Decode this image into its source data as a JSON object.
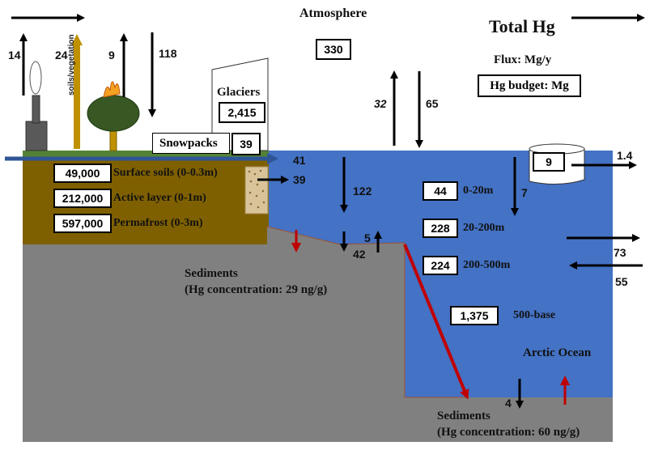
{
  "labels": {
    "atmosphere": "Atmosphere",
    "total_hg": "Total Hg",
    "flux_unit": "Flux: Mg/y",
    "budget_unit": "Hg budget: Mg",
    "glaciers": "Glaciers",
    "snowpacks": "Snowpacks",
    "soils_vegetation": "soils/vegetation",
    "surface_soils": "Surface soils (0-0.3m)",
    "active_layer": "Active layer (0-1m)",
    "permafrost": "Permafrost (0-3m)",
    "sediments_land": "Sediments",
    "sediments_land_conc": "(Hg concentration: 29 ng/g)",
    "arctic_ocean": "Arctic Ocean",
    "sediments_ocean": "Sediments",
    "sediments_ocean_conc": "(Hg concentration: 60 ng/g)",
    "layer_0_20": "0-20m",
    "layer_20_200": "20-200m",
    "layer_200_500": "200-500m",
    "layer_500_base": "500-base"
  },
  "budgets": {
    "atmosphere": "330",
    "glaciers": "2,415",
    "snowpacks": "39",
    "surface_soils": "49,000",
    "active_layer": "212,000",
    "permafrost": "597,000",
    "sea_ice": "9",
    "ocean_0_20": "44",
    "ocean_20_200": "228",
    "ocean_200_500": "224",
    "ocean_500_base": "1,375"
  },
  "fluxes": {
    "anthropogenic": "14",
    "soils_vegetation": "24",
    "fire": "9",
    "land_deposition": "118",
    "ocean_evasion": "32",
    "ocean_deposition": "65",
    "rivers": "41",
    "coastal_erosion": "39",
    "settling_shelf": "122",
    "shelf_burial": "42",
    "shelf_resuspension": "5",
    "ocean_mixing": "7",
    "outflow": "73",
    "inflow": "55",
    "sea_ice_export": "1.4",
    "deep_burial": "4"
  },
  "colors": {
    "ocean": "#4472C4",
    "sediment": "#808080",
    "soil": "#7F6000",
    "grass": "#548235",
    "flux_arrow": "#000000",
    "red_arrow": "#C00000",
    "gold_arrow": "#BF9000",
    "river_arrow": "#2F5597"
  }
}
